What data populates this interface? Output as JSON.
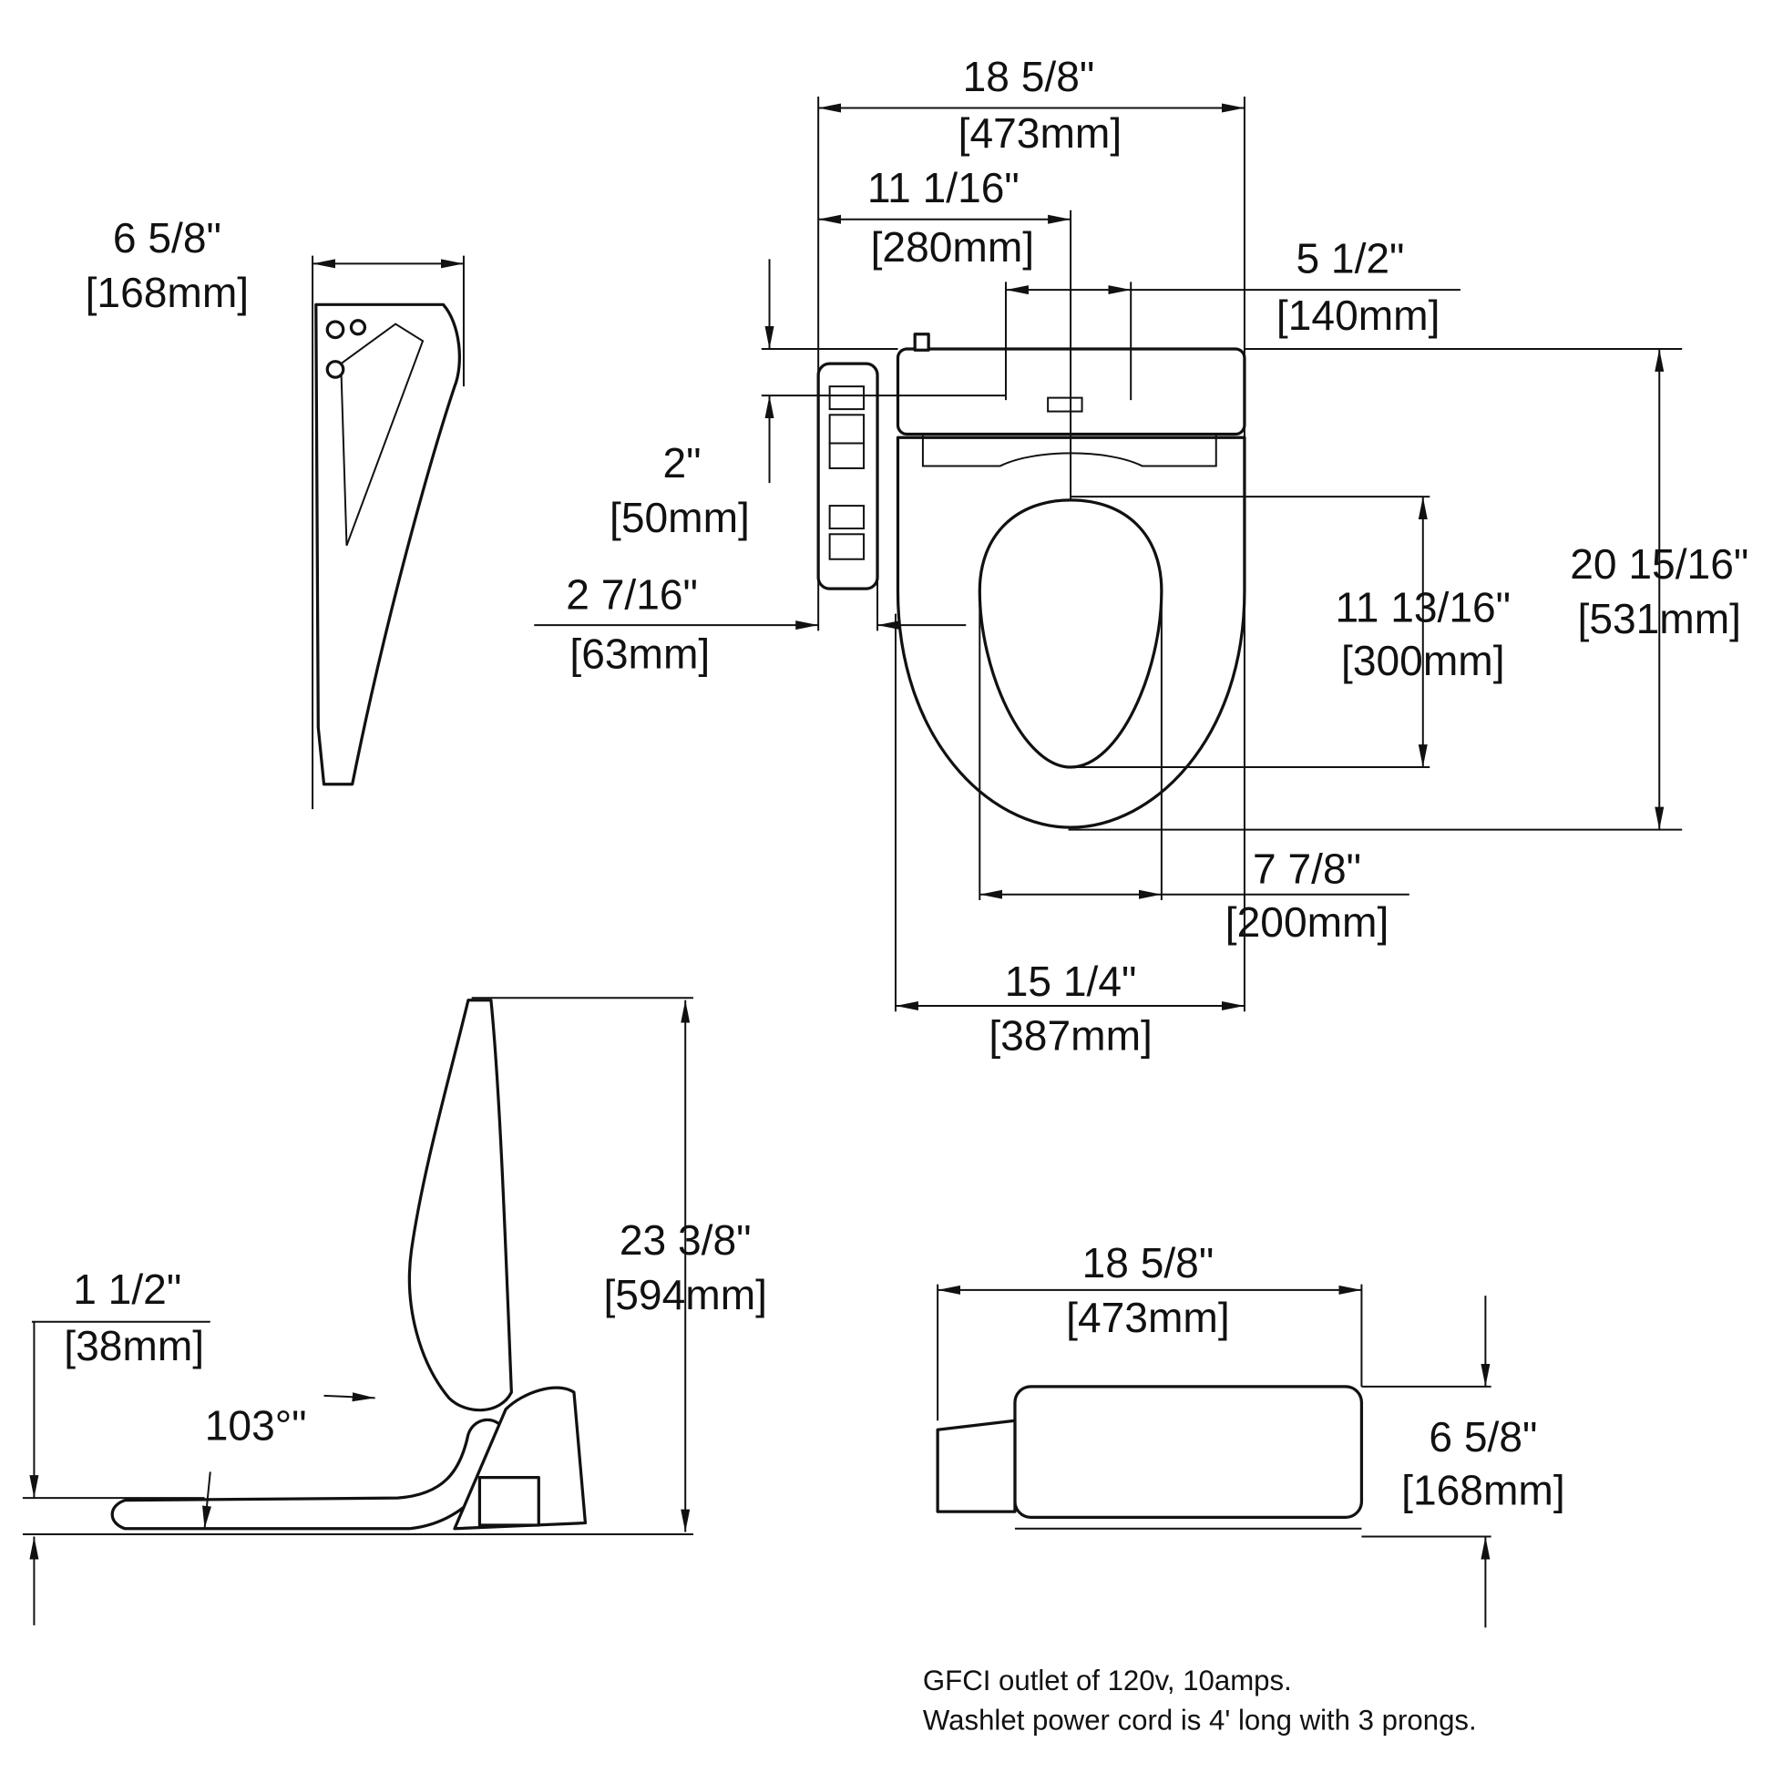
{
  "top_view": {
    "overall_width": {
      "in": "18 5/8\"",
      "mm": "[473mm]"
    },
    "center_offset": {
      "in": "11 1/16\"",
      "mm": "[280mm]"
    },
    "bolt_spacing": {
      "in": "5 1/2\"",
      "mm": "[140mm]"
    },
    "bolt_to_back": {
      "in": "2\"",
      "mm": "[50mm]"
    },
    "remote_width": {
      "in": "2 7/16\"",
      "mm": "[63mm]"
    },
    "opening_length": {
      "in": "11 13/16\"",
      "mm": "[300mm]"
    },
    "overall_length": {
      "in": "20 15/16\"",
      "mm": "[531mm]"
    },
    "opening_width": {
      "in": "7 7/8\"",
      "mm": "[200mm]"
    },
    "seat_width": {
      "in": "15 1/4\"",
      "mm": "[387mm]"
    }
  },
  "rear_side_view": {
    "depth": {
      "in": "6 5/8\"",
      "mm": "[168mm]"
    }
  },
  "side_view": {
    "height": {
      "in": "23 3/8\"",
      "mm": "[594mm]"
    },
    "seat_height": {
      "in": "1 1/2\"",
      "mm": "[38mm]"
    },
    "lid_angle": "103°\""
  },
  "front_view": {
    "width": {
      "in": "18 5/8\"",
      "mm": "[473mm]"
    },
    "height": {
      "in": "6 5/8\"",
      "mm": "[168mm]"
    }
  },
  "notes": [
    "GFCI outlet of 120v, 10amps.",
    "Washlet power cord is 4' long with 3 prongs."
  ]
}
